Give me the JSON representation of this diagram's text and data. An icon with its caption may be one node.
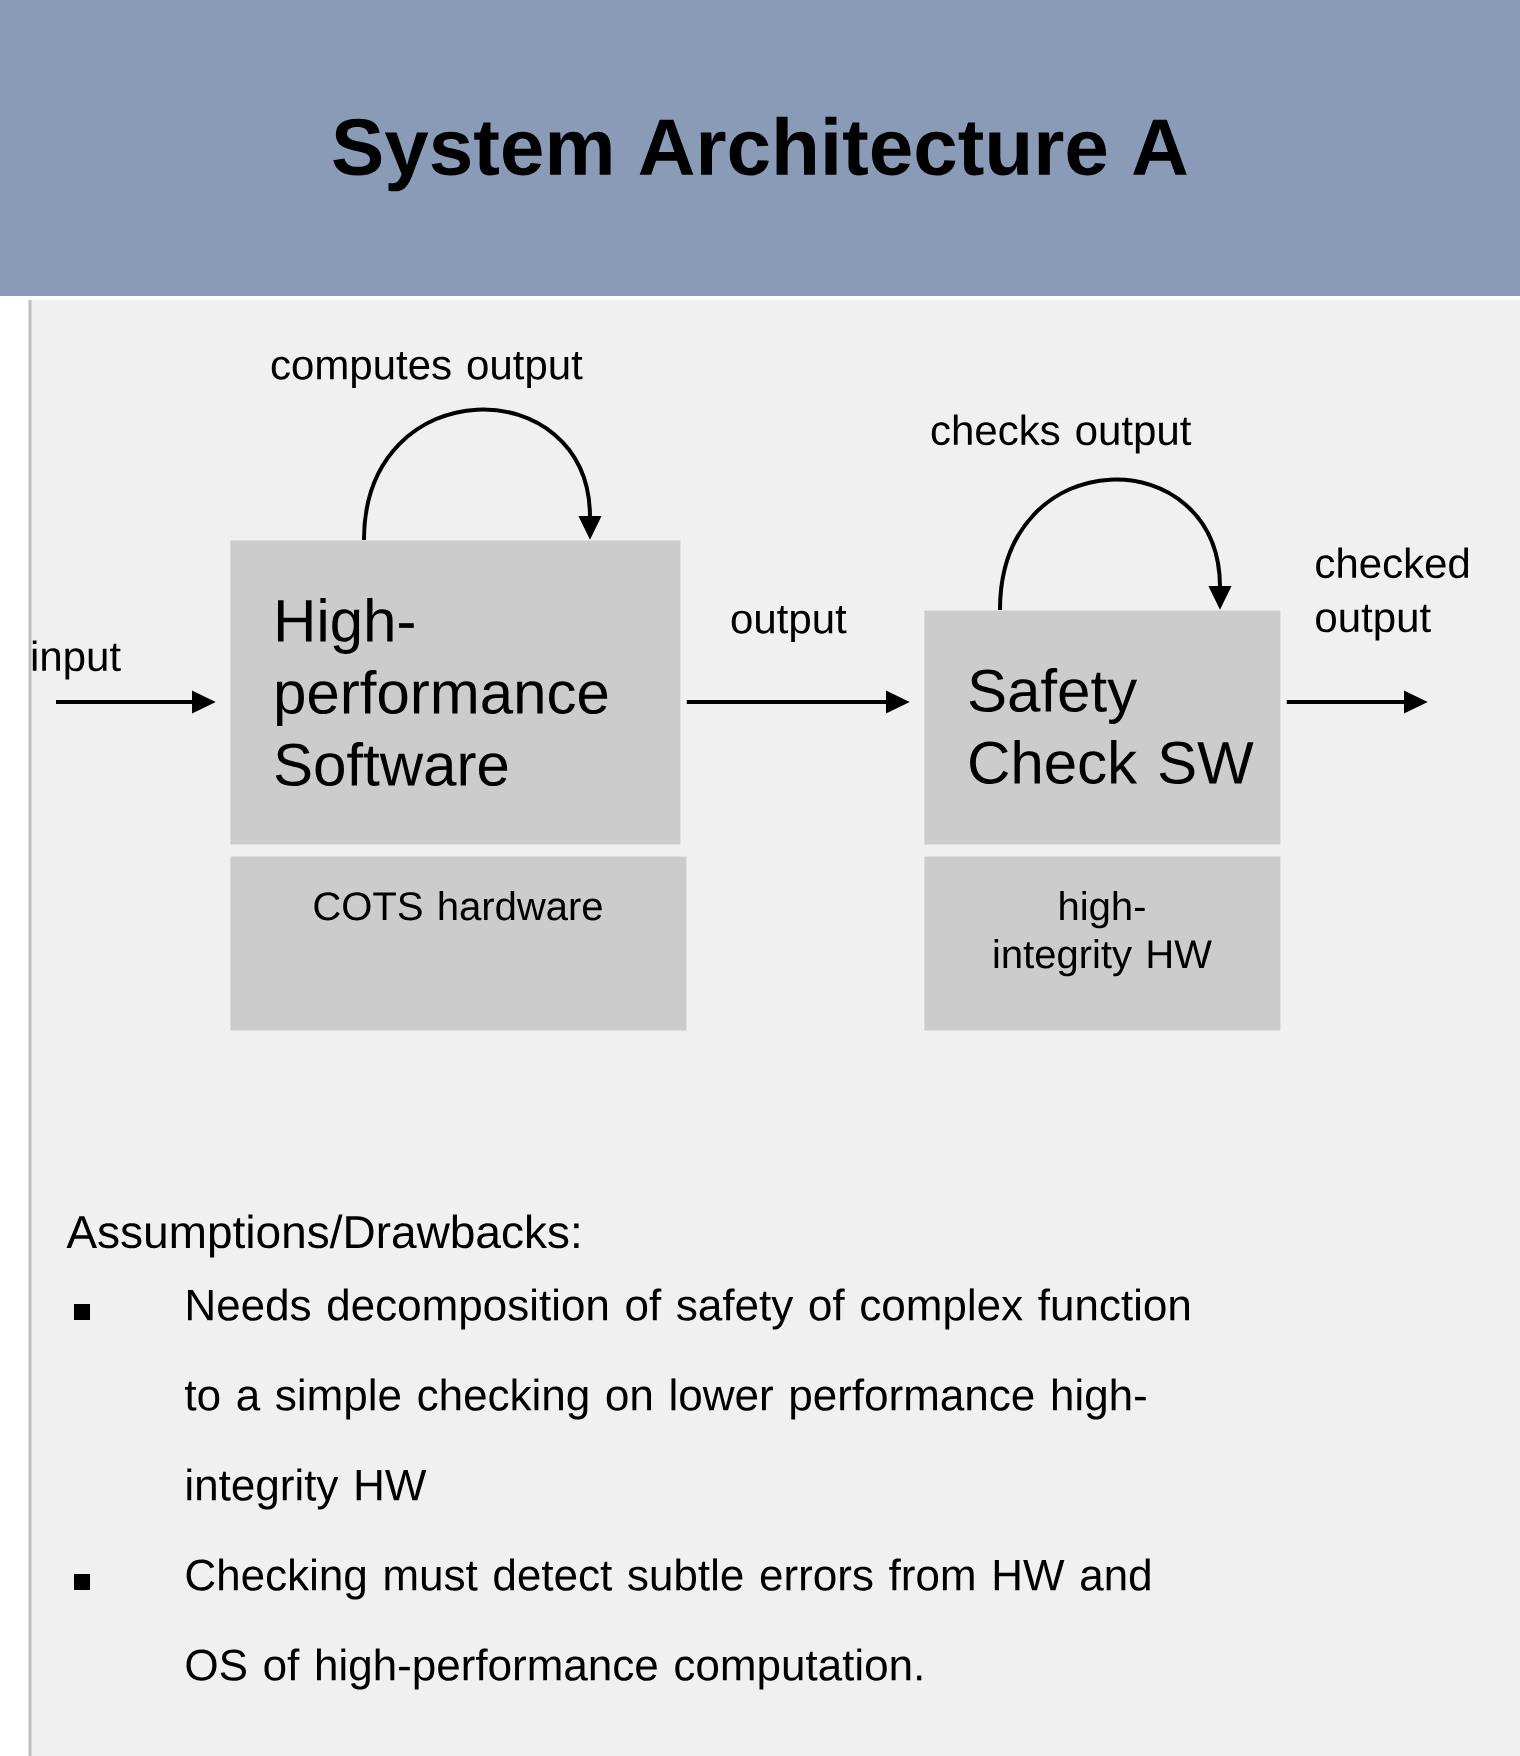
{
  "diagram": {
    "title": "System Architecture A",
    "nodes": [
      {
        "text": [
          "High-performance Software"
        ]
      },
      {
        "text": [
          "COTS hardware"
        ]
      },
      {
        "text": [
          "Safety Check SW"
        ]
      },
      {
        "text": [
          "high-integrity HW"
        ]
      }
    ],
    "edges": [
      {
        "from": null,
        "to": 0,
        "arrow": "to",
        "label": "input"
      },
      {
        "from": 0,
        "to": 0,
        "arrow": "to",
        "label": "computes output"
      },
      {
        "from": 0,
        "to": 2,
        "arrow": "to",
        "label": "output"
      },
      {
        "from": 2,
        "to": 2,
        "arrow": "to",
        "label": "checks output"
      },
      {
        "from": 2,
        "to": null,
        "arrow": "to",
        "label": "checked output"
      }
    ],
    "labels": [
      "Assumptions/Drawbacks:",
      "Needs decomposition of safety of complex function to a simple checking on lower performance high-integrity HW",
      "Checking must detect subtle errors from HW and OS of high-performance computation."
    ]
  }
}
